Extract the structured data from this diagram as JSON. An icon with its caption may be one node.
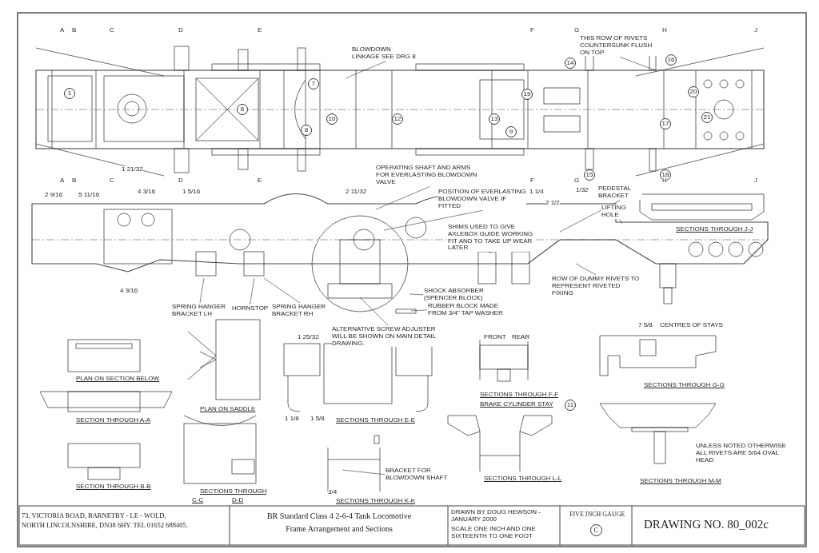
{
  "diagram": {
    "title": "BR Standard Class 4 2-6-4 Tank Locomotive",
    "caption": "Frame Arrangement and Sections",
    "nodes": [
      {
        "text": [
          "BLOWDOWN LINKAGE SEE DRG 8"
        ]
      },
      {
        "text": [
          "THIS ROW OF RIVETS COUNTERSUNK FLUSH ON TOP"
        ]
      },
      {
        "text": [
          "OPERATING SHAFT AND ARMS FOR EVERLASTING BLOWDOWN VALVE"
        ]
      },
      {
        "text": [
          "POSITION OF EVERLASTING BLOWDOWN VALVE IF FITTED"
        ]
      },
      {
        "text": [
          "SPRING HANGER BRACKET LH"
        ]
      },
      {
        "text": [
          "HORNSTOP"
        ]
      },
      {
        "text": [
          "SPRING HANGER BRACKET RH"
        ]
      },
      {
        "text": [
          "SHOCK ABSORBER (SPENCER BLOCK)"
        ]
      },
      {
        "text": [
          "RUBBER BLOCK MADE FROM 3/4\" TAP WASHER"
        ]
      },
      {
        "text": [
          "ALTERNATIVE SCREW ADJUSTER WILL BE SHOWN ON MAIN DETAIL DRAWING."
        ]
      },
      {
        "text": [
          "SHIMS USED TO GIVE AXLEBOX GUIDE WORKING FIT AND TO TAKE UP WEAR LATER"
        ]
      },
      {
        "text": [
          "PEDESTAL BRACKET"
        ]
      },
      {
        "text": [
          "LIFTING HOLE"
        ]
      },
      {
        "text": [
          "ROW OF DUMMY RIVETS TO REPRESENT RIVETED FIXING"
        ]
      },
      {
        "text": [
          "BRACKET FOR BLOWDOWN SHAFT"
        ]
      }
    ],
    "edges": [
      {
        "from": 0,
        "to": null,
        "arrow": "none"
      },
      {
        "from": 1,
        "to": null,
        "arrow": "none"
      },
      {
        "from": 2,
        "to": null,
        "arrow": "none"
      },
      {
        "from": 3,
        "to": null,
        "arrow": "none"
      },
      {
        "from": 4,
        "to": null,
        "arrow": "none"
      },
      {
        "from": 5,
        "to": null,
        "arrow": "none"
      },
      {
        "from": 6,
        "to": null,
        "arrow": "none"
      },
      {
        "from": 7,
        "to": null,
        "arrow": "none"
      },
      {
        "from": 8,
        "to": null,
        "arrow": "none"
      },
      {
        "from": 9,
        "to": null,
        "arrow": "none"
      },
      {
        "from": 10,
        "to": null,
        "arrow": "none"
      },
      {
        "from": 11,
        "to": null,
        "arrow": "none"
      },
      {
        "from": 12,
        "to": null,
        "arrow": "none"
      },
      {
        "from": 13,
        "to": null,
        "arrow": "none"
      },
      {
        "from": 14,
        "to": null,
        "arrow": "none"
      }
    ],
    "labels": [
      "A",
      "B",
      "C",
      "D",
      "E",
      "F",
      "G",
      "H",
      "J",
      "1",
      "7",
      "6",
      "8",
      "10",
      "12",
      "13",
      "9",
      "19",
      "14",
      "15",
      "16",
      "17",
      "18",
      "20",
      "21",
      "A",
      "B",
      "C",
      "D",
      "E",
      "F",
      "G",
      "H",
      "J",
      "1 21/32",
      "2 9/16",
      "5 11/16",
      "4 3/16",
      "1 5/16",
      "2 11/32",
      "1 1/4",
      "2 1/2",
      "1/32",
      "4 3/16",
      "SECTIONS THROUGH J-J",
      "PLAN ON SECTION BELOW",
      "SECTION THROUGH A-A",
      "SECTION THROUGH B-B",
      "PLAN ON SADDLE",
      "SECTIONS THROUGH",
      "C-C",
      "D-D",
      "1 25/32",
      "1 1/8",
      "1 5/8",
      "SECTIONS THROUGH E-E",
      "3/4",
      "SECTIONS THROUGH K-K",
      "FRONT",
      "REAR",
      "SECTIONS THROUGH F-F",
      "BRAKE CYLINDER STAY",
      "11",
      "SECTIONS THROUGH L-L",
      "7 5/8",
      "CENTRES OF STAYS",
      "SECTIONS THROUGH G-G",
      "UNLESS NOTED OTHERWISE ALL RIVETS ARE 5/64 OVAL HEAD",
      "SECTIONS THROUGH M-M",
      "73, VICTORIA ROAD, BARNETBY - LE - WOLD,",
      "NORTH LINCOLNSHIRE, DN38 6HY.  TEL 01652 688405.",
      "DRAWN BY DOUG HEWSON - JANUARY 2000",
      "SCALE ONE INCH AND ONE SIXTEENTH TO ONE FOOT",
      "FIVE INCH GAUGE",
      "C",
      "DRAWING NO. 80_002c"
    ]
  }
}
